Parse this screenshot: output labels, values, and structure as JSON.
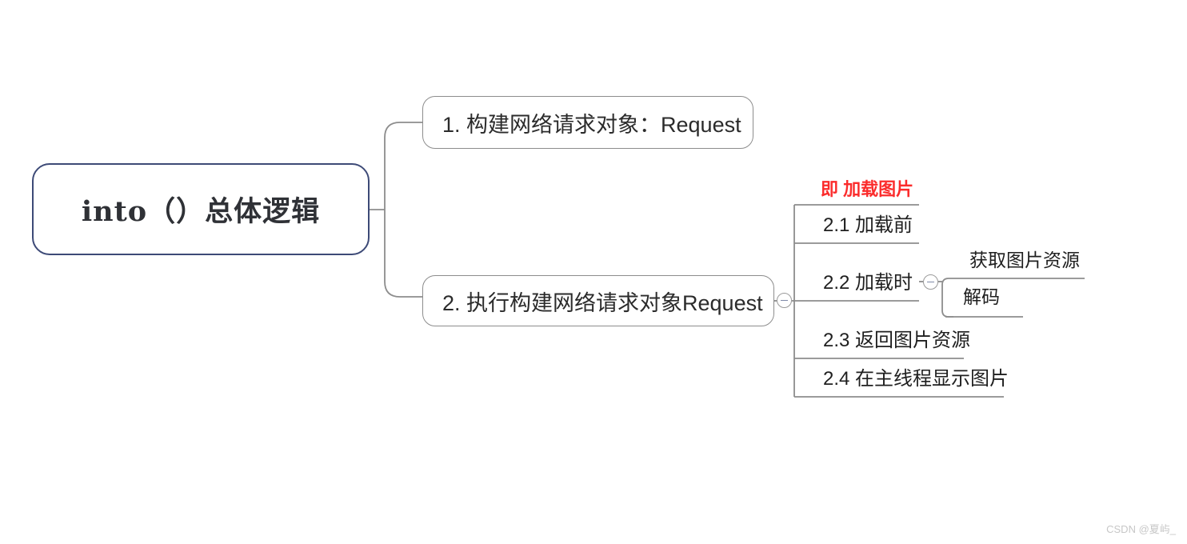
{
  "diagram": {
    "type": "mind-map",
    "title": "into（）总体逻辑",
    "root": {
      "label": "into（）总体逻辑",
      "border_color": "#3d4a77"
    },
    "level1": [
      {
        "label": "1. 构建网络请求对象：Request"
      },
      {
        "label": "2. 执行构建网络请求对象Request"
      }
    ],
    "level2": [
      {
        "label": "2.1 加载前"
      },
      {
        "label": "2.2 加载时"
      },
      {
        "label": "2.3 返回图片资源"
      },
      {
        "label": "2.4 在主线程显示图片"
      }
    ],
    "level3": [
      {
        "label": "获取图片资源"
      },
      {
        "label": "解码"
      }
    ],
    "annotations": [
      {
        "label": "即 加载图片",
        "color": "#fb2c2c"
      }
    ],
    "toggles": [
      {
        "name": "collapse-node-2",
        "state": "expanded",
        "glyph": "minus"
      },
      {
        "name": "collapse-node-22",
        "state": "expanded",
        "glyph": "minus"
      }
    ],
    "line_color": "#8d8d8d"
  },
  "watermark": {
    "text": "CSDN @夏屿_"
  }
}
